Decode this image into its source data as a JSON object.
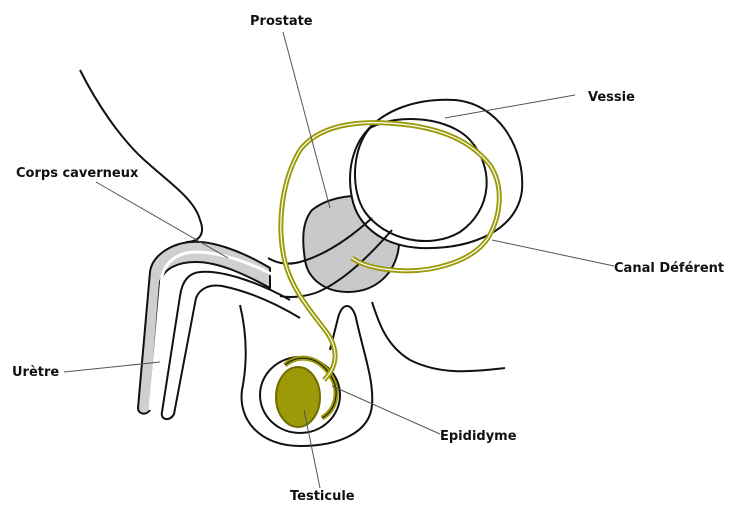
{
  "labels": {
    "prostate": "Prostate",
    "vessie": "Vessie",
    "corps_caverneux": "Corps caverneux",
    "canal_deferent": "Canal Déférent",
    "uretre": "Urètre",
    "epididyme": "Epididyme",
    "testicule": "Testicule"
  },
  "colors": {
    "outline": "#111111",
    "olive": "#9c9a08",
    "olive_dark": "#6f6d00",
    "prostate_fill": "#c9c9c9",
    "urethra_fill": "#cfcfcf",
    "leader": "#555555",
    "background": "#ffffff"
  }
}
